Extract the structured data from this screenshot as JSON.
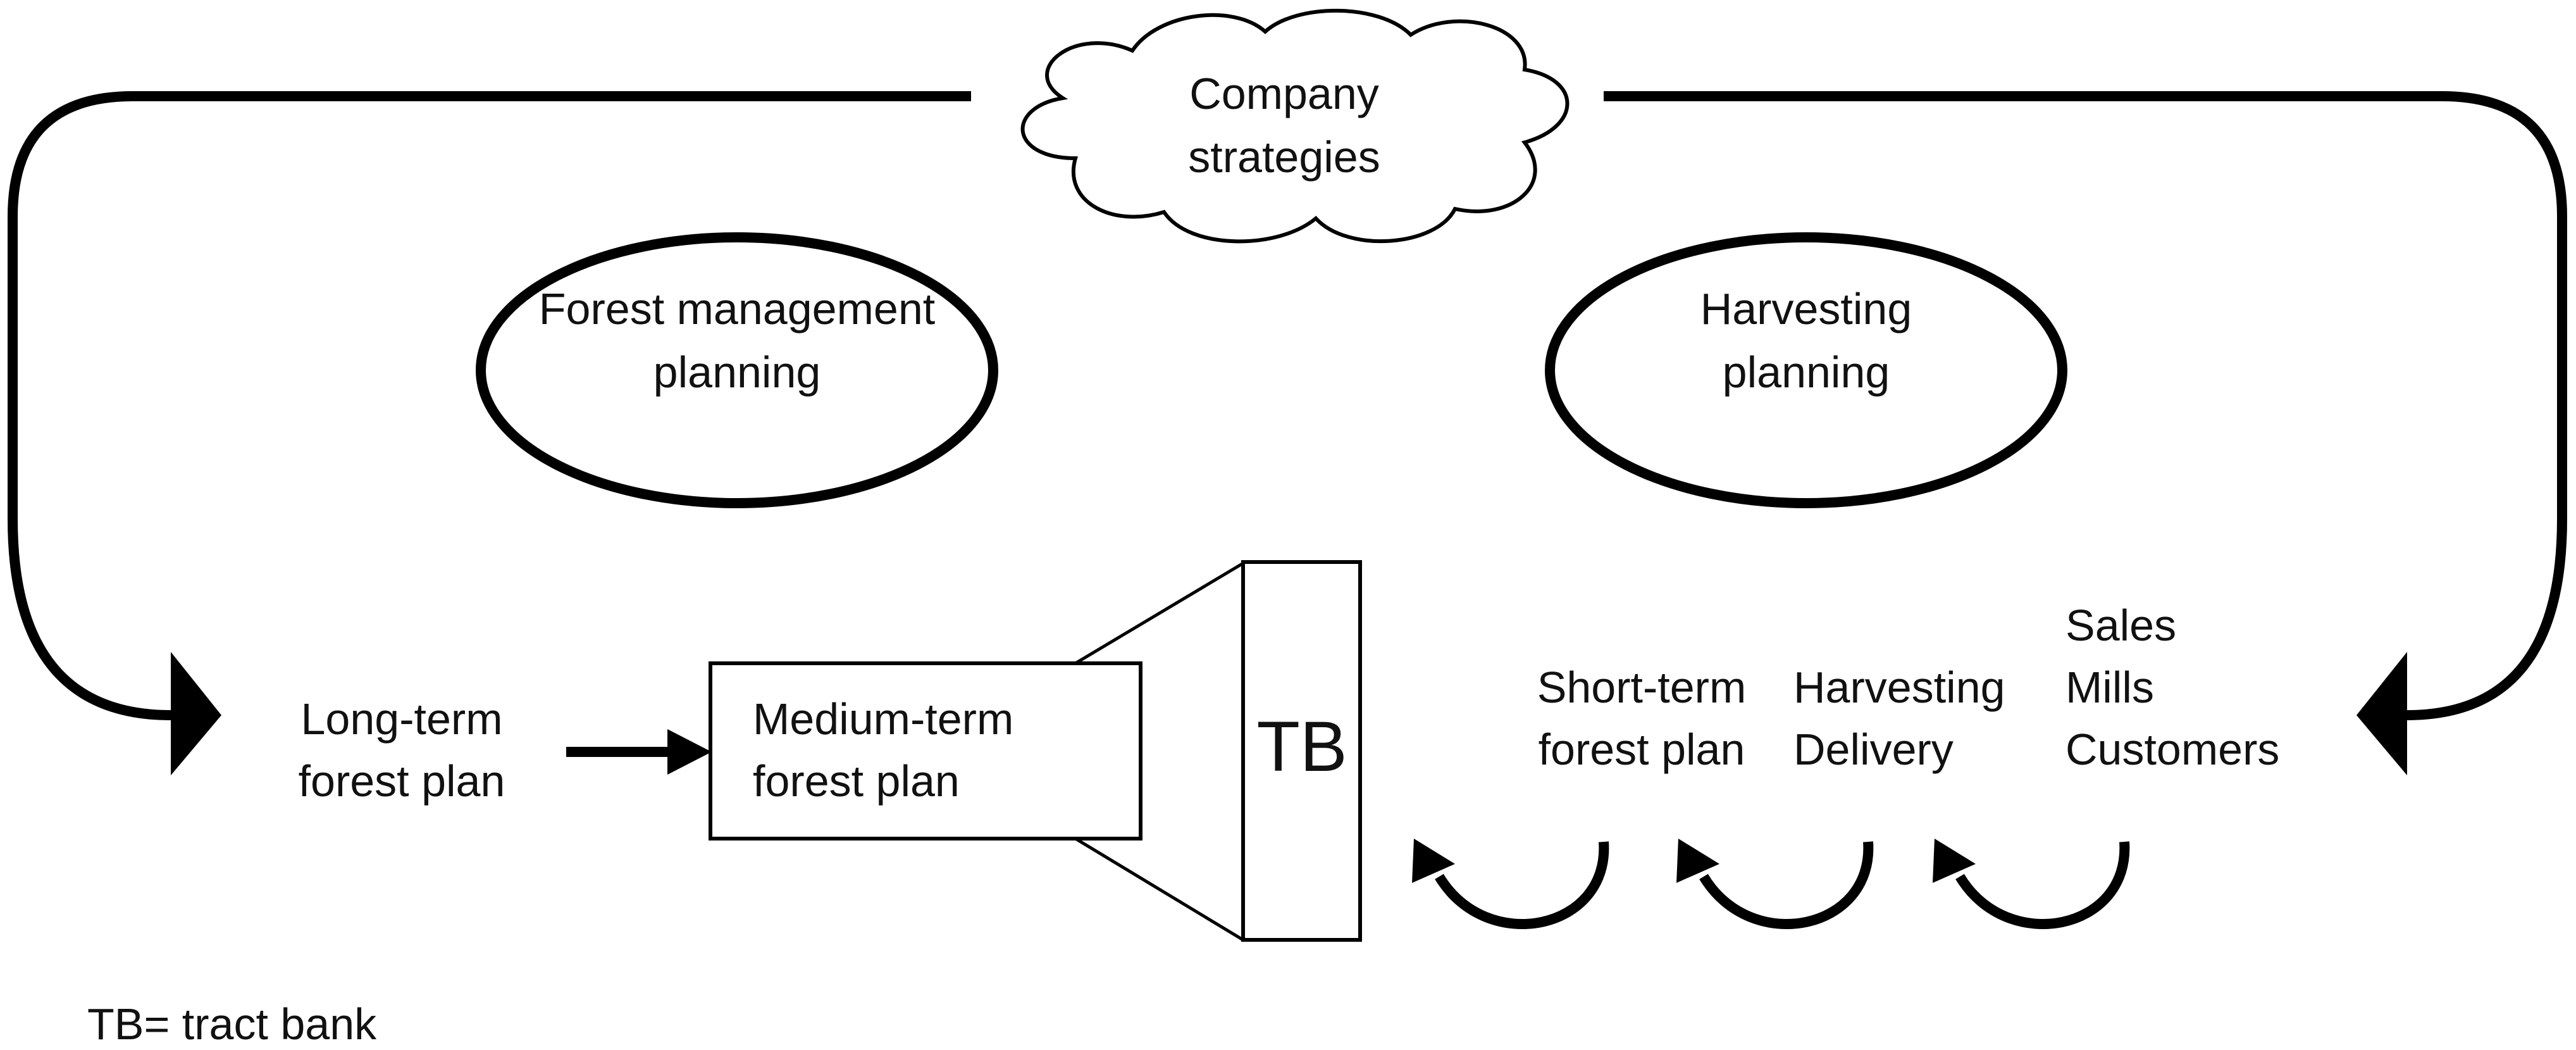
{
  "cloud": {
    "line1": "Company",
    "line2": "strategies"
  },
  "ellipse_left": {
    "line1": "Forest management",
    "line2": "planning"
  },
  "ellipse_right": {
    "line1": "Harvesting",
    "line2": "planning"
  },
  "long_term": {
    "line1": "Long-term",
    "line2": "forest plan"
  },
  "medium_term": {
    "line1": "Medium-term",
    "line2": "forest plan"
  },
  "tract_bank": {
    "label": "TB"
  },
  "short_term": {
    "line1": "Short-term",
    "line2": "forest plan"
  },
  "harvesting_delivery": {
    "line1": "Harvesting",
    "line2": "Delivery"
  },
  "stakeholders": {
    "line1": "Sales",
    "line2": "Mills",
    "line3": "Customers"
  },
  "legend": {
    "note": "TB= tract bank"
  },
  "colors": {
    "stroke": "#000000",
    "background": "#ffffff",
    "text": "#111111"
  }
}
